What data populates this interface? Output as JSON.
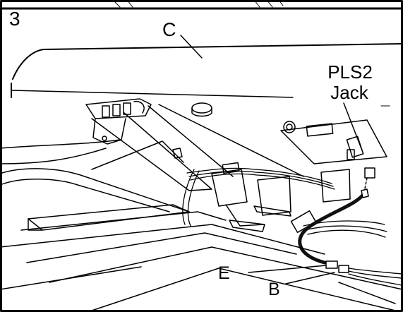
{
  "figure": {
    "step_number": "3",
    "callouts": {
      "c": "C",
      "pls2": "PLS2",
      "jack": "Jack",
      "e": "E",
      "b": "B"
    }
  },
  "colors": {
    "line": "#000000",
    "background": "#ffffff",
    "wire": "#111111"
  }
}
